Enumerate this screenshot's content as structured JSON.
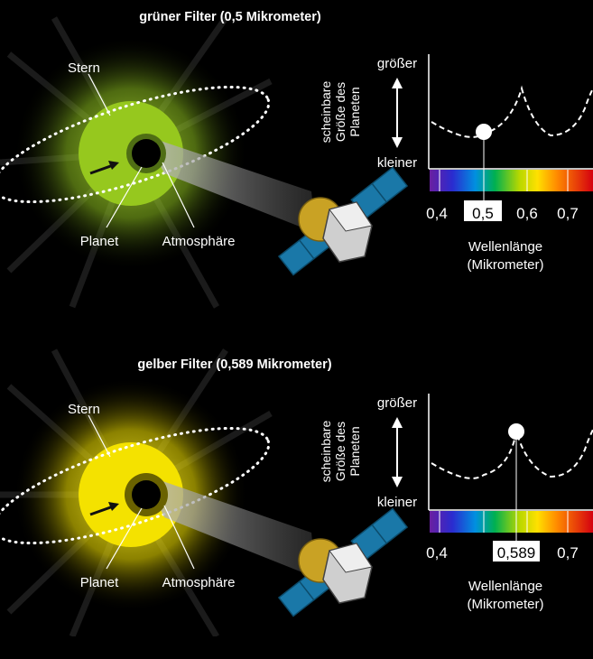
{
  "panels": [
    {
      "title": "grüner Filter (0,5 Mikrometer)",
      "filter_color": "#9bd12c",
      "labels": {
        "star": "Stern",
        "planet": "Planet",
        "atmosphere": "Atmosphäre"
      },
      "chart": {
        "y_label_lines": [
          "scheinbare",
          "Größe des",
          "Planeten"
        ],
        "y_top": "größer",
        "y_bottom": "kleiner",
        "ticks": [
          "0,4",
          "0,5",
          "0,6",
          "0,7"
        ],
        "highlight_value": "0,5",
        "x_label_lines": [
          "Wellenlänge",
          "(Mikrometer)"
        ]
      }
    },
    {
      "title": "gelber Filter (0,589 Mikrometer)",
      "filter_color": "#f2e400",
      "labels": {
        "star": "Stern",
        "planet": "Planet",
        "atmosphere": "Atmosphäre"
      },
      "chart": {
        "y_label_lines": [
          "scheinbare",
          "Größe des",
          "Planeten"
        ],
        "y_top": "größer",
        "y_bottom": "kleiner",
        "ticks": [
          "0,4",
          "0,589",
          "0,7"
        ],
        "highlight_value": "0,589",
        "x_label_lines": [
          "Wellenlänge",
          "(Mikrometer)"
        ]
      }
    }
  ]
}
